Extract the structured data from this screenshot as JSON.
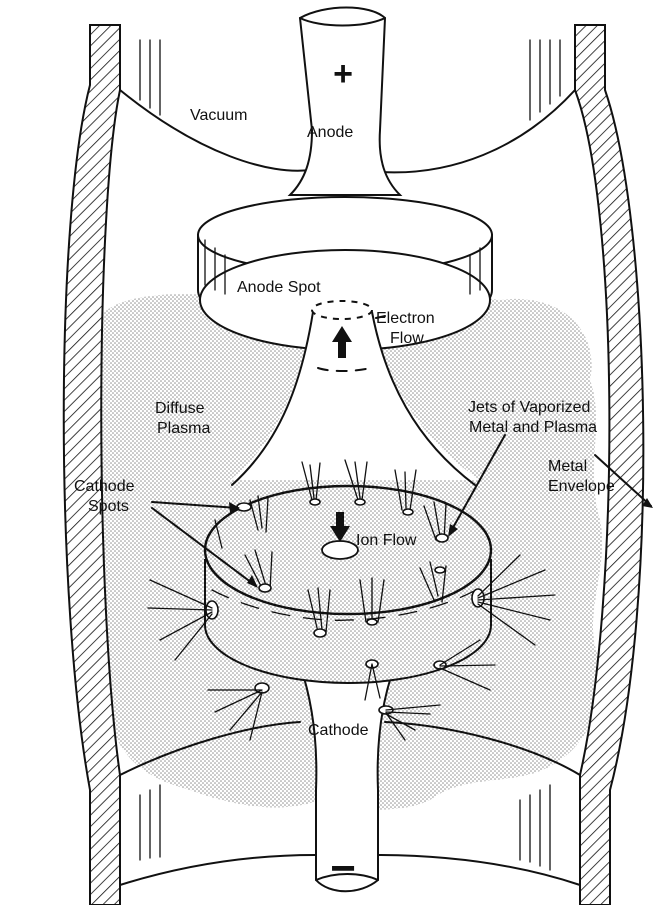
{
  "labels": {
    "plus": "+",
    "minus": "−",
    "vacuum": "Vacuum",
    "anode": "Anode",
    "anode_spot": "Anode Spot",
    "electron_flow_1": "Electron",
    "electron_flow_2": "Flow",
    "diffuse_plasma_1": "Diffuse",
    "diffuse_plasma_2": "Plasma",
    "jets_1": "Jets of Vaporized",
    "jets_2": "Metal and Plasma",
    "cathode_spots_1": "Cathode",
    "cathode_spots_2": "Spots",
    "ion_flow": "Ion Flow",
    "metal_envelope_1": "Metal",
    "metal_envelope_2": "Envelope",
    "cathode": "Cathode"
  },
  "colors": {
    "ink": "#111111",
    "plasma_dot": "#9a9a9a",
    "background": "#ffffff"
  }
}
